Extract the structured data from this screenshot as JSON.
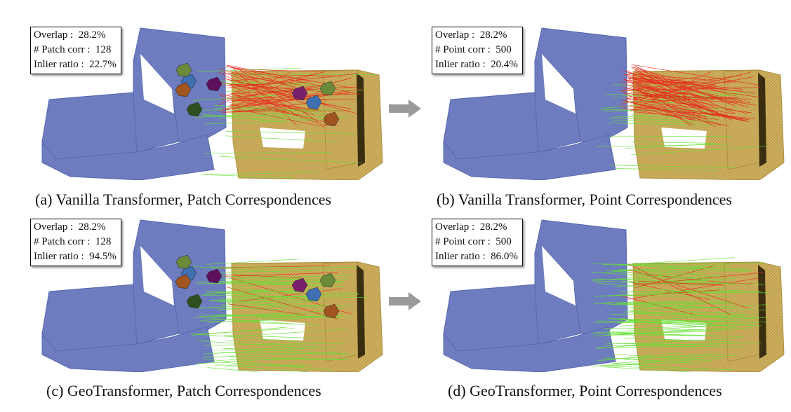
{
  "panels": [
    {
      "id": "a",
      "caption": "(a) Vanilla Transformer, Patch Correspondences",
      "stats": [
        {
          "label": "Overlap :",
          "value": "28.2%"
        },
        {
          "label": "# Patch corr :",
          "value": "128"
        },
        {
          "label": "Inlier ratio :",
          "value": "22.7%"
        }
      ],
      "inlier_ratio": 0.227,
      "show_patches": true
    },
    {
      "id": "b",
      "caption": "(b) Vanilla Transformer, Point Correspondences",
      "stats": [
        {
          "label": "Overlap :",
          "value": "28.2%"
        },
        {
          "label": "# Point corr :",
          "value": "500"
        },
        {
          "label": "Inlier ratio :",
          "value": "20.4%"
        }
      ],
      "inlier_ratio": 0.204,
      "show_patches": false
    },
    {
      "id": "c",
      "caption": "(c) GeoTransformer, Patch Correspondences",
      "stats": [
        {
          "label": "Overlap :",
          "value": "28.2%"
        },
        {
          "label": "# Patch corr :",
          "value": "128"
        },
        {
          "label": "Inlier ratio :",
          "value": "94.5%"
        }
      ],
      "inlier_ratio": 0.945,
      "show_patches": true
    },
    {
      "id": "d",
      "caption": "(d) GeoTransformer, Point Correspondences",
      "stats": [
        {
          "label": "Overlap :",
          "value": "28.2%"
        },
        {
          "label": "# Point corr :",
          "value": "500"
        },
        {
          "label": "Inlier ratio :",
          "value": "86.0%"
        }
      ],
      "inlier_ratio": 0.86,
      "show_patches": false
    }
  ],
  "colors": {
    "source_cloud": "#7383c9",
    "target_cloud": "#d2b25e",
    "inlier_line": "#66e033",
    "outlier_line": "#e8281c",
    "arrow": "#9a9a9a"
  },
  "icons": {
    "between_panels": "right-arrow-icon"
  }
}
